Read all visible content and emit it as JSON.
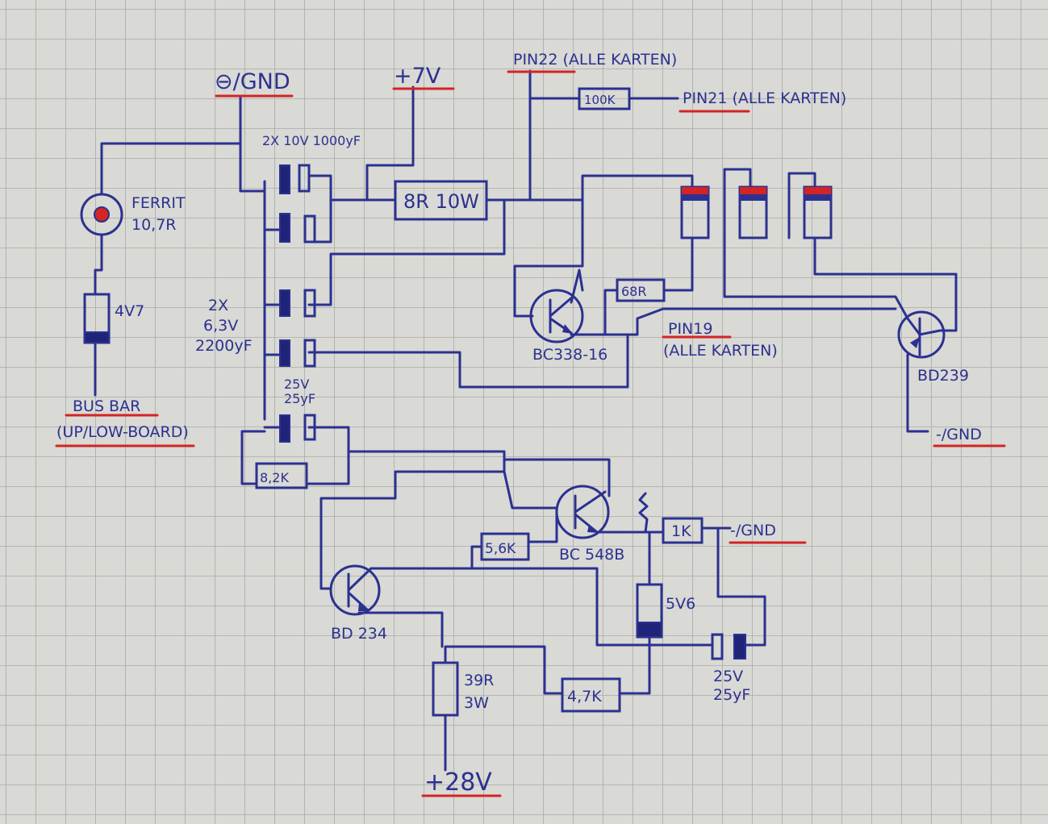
{
  "colors": {
    "ink": "#2b3190",
    "highlight": "#d42424",
    "paper": "#d9d9d5",
    "grid": "#a9a9a6"
  },
  "labels": {
    "gnd_top": "⊖/GND",
    "plus7v": "+7V",
    "pin22": "PIN22 (ALLE KARTEN)",
    "pin21": "PIN21 (ALLE KARTEN)",
    "r100k": "100K",
    "caps_top": "2X 10V 1000yF",
    "r8r": "8R 10W",
    "ferrit_1": "FERRIT",
    "ferrit_2": "10,7R",
    "z4v7": "4V7",
    "caps_mid_1": "2X",
    "caps_mid_2": "6,3V",
    "caps_mid_3": "2200yF",
    "cap25_1": "25V",
    "cap25_2": "25yF",
    "busbar_1": "BUS BAR",
    "busbar_2": "(UP/LOW-BOARD)",
    "r68r": "68R",
    "bc338": "BC338-16",
    "pin19_1": "PIN19",
    "pin19_2": "(ALLE KARTEN)",
    "bd239": "BD239",
    "gnd_right": "-/GND",
    "r82k": "8,2K",
    "r56k": "5,6K",
    "bc548": "BC 548B",
    "r1k": "1K",
    "gnd_mid": "-/GND",
    "bd234": "BD 234",
    "z5v6": "5V6",
    "cap25b_1": "25V",
    "cap25b_2": "25yF",
    "r39_1": "39R",
    "r39_2": "3W",
    "r47k": "4,7K",
    "plus28v": "+28V"
  }
}
